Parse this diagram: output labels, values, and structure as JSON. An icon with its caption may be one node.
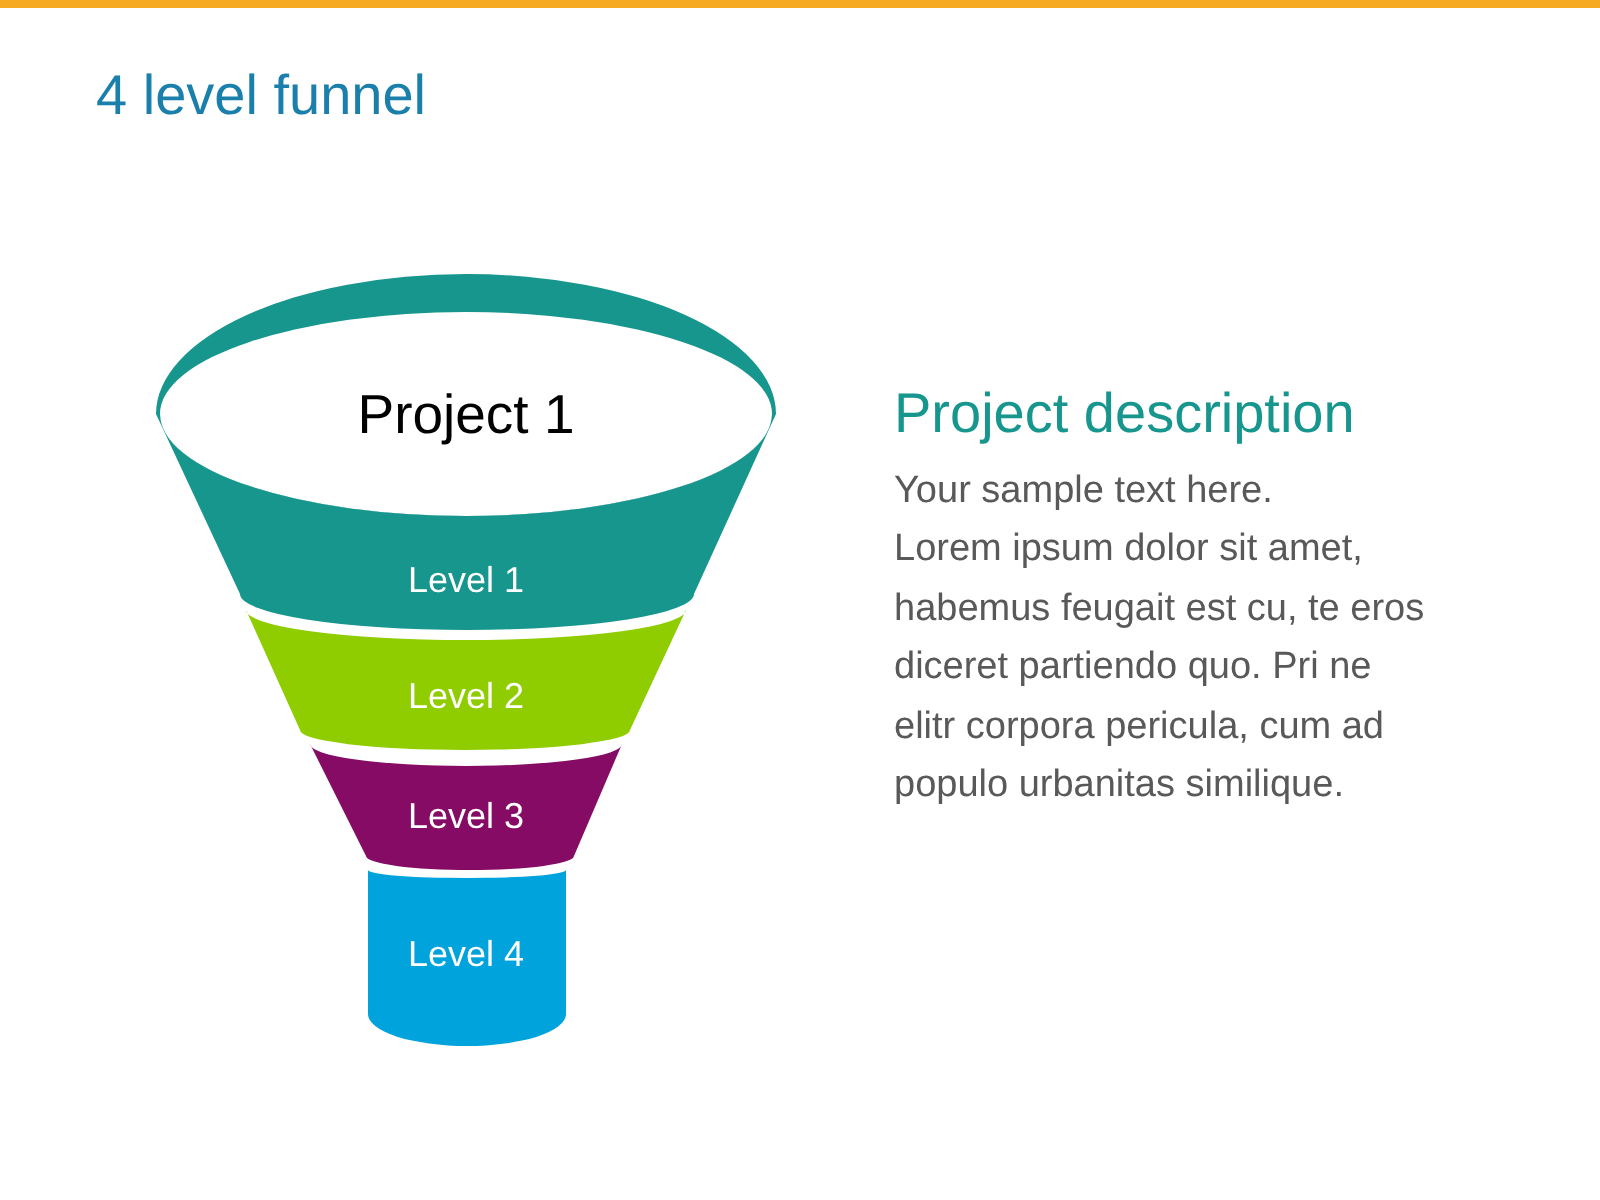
{
  "diagram": {
    "title": "4 level funnel",
    "nodes": [
      {
        "text": [
          "Project 1"
        ]
      },
      {
        "text": [
          "Level 1"
        ]
      },
      {
        "text": [
          "Level 2"
        ]
      },
      {
        "text": [
          "Level 3"
        ]
      },
      {
        "text": [
          "Level 4"
        ]
      }
    ],
    "labels": [
      "Project description",
      "Your sample text here.",
      "Lorem ipsum dolor sit amet, habemus feugait est cu, te eros diceret partiendo quo. Pri ne elitr corpora pericula, cum ad populo urbanitas similique."
    ]
  }
}
